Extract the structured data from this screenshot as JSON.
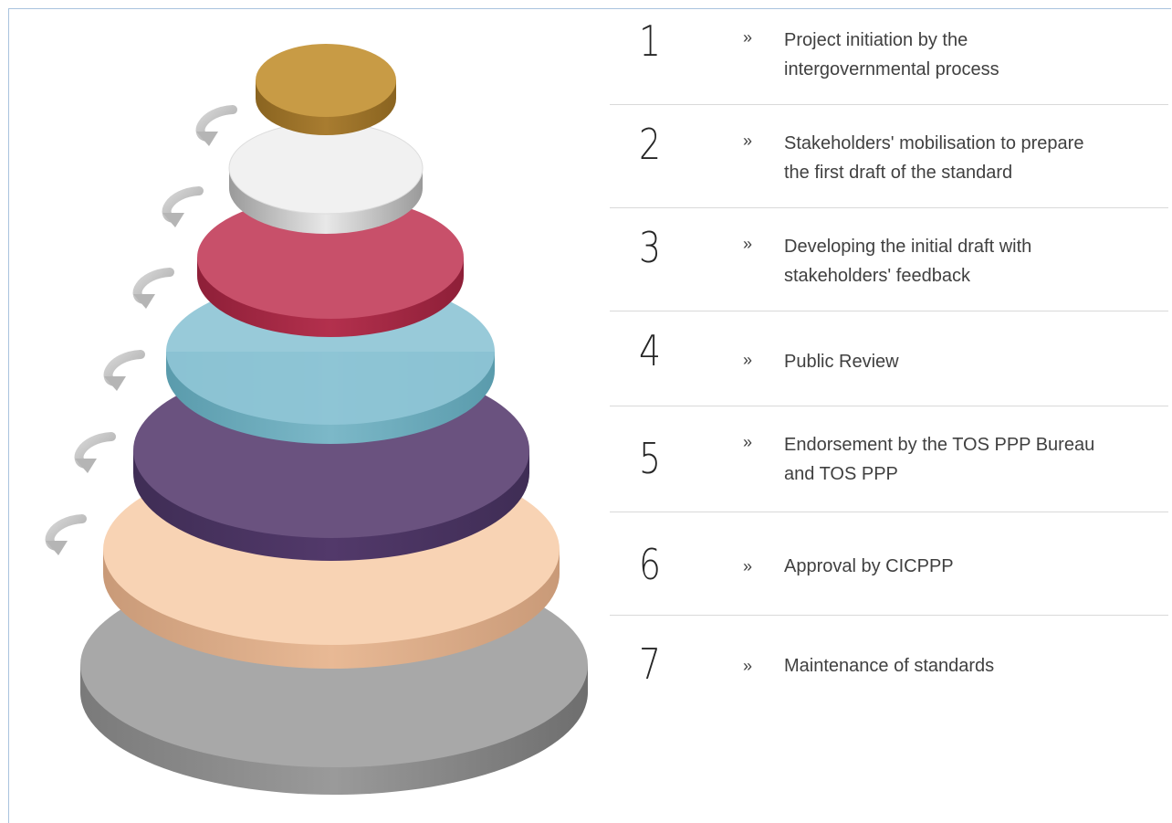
{
  "steps": [
    {
      "number": "1",
      "bullet": "»",
      "lines": [
        "Project initiation by the",
        "intergovernmental process"
      ],
      "color": "#c89b45"
    },
    {
      "number": "2",
      "bullet": "»",
      "lines": [
        "Stakeholders' mobilisation to prepare",
        "the first draft of the standard"
      ],
      "color": "#eeeeee"
    },
    {
      "number": "3",
      "bullet": "»",
      "lines": [
        "Developing the initial draft with",
        "stakeholders' feedback"
      ],
      "color": "#c8506a"
    },
    {
      "number": "4",
      "bullet": "»",
      "lines": [
        "Public Review"
      ],
      "color": "#8fc6d6"
    },
    {
      "number": "5",
      "bullet": "»",
      "lines": [
        "Endorsement by the TOS PPP Bureau",
        "and TOS PPP"
      ],
      "color": "#6a527f"
    },
    {
      "number": "6",
      "bullet": "»",
      "lines": [
        "Approval by CICPPP"
      ],
      "color": "#f8d3b4"
    },
    {
      "number": "7",
      "bullet": "»",
      "lines": [
        "Maintenance of standards"
      ],
      "color": "#a8a8a8"
    }
  ],
  "colors": {
    "divider": "#d9d9d9",
    "frame_border": "#a9c3de",
    "arrow": "#c8c8c8",
    "text": "#404040"
  },
  "icons": {
    "curved_arrow": "curved-arrow-icon"
  }
}
